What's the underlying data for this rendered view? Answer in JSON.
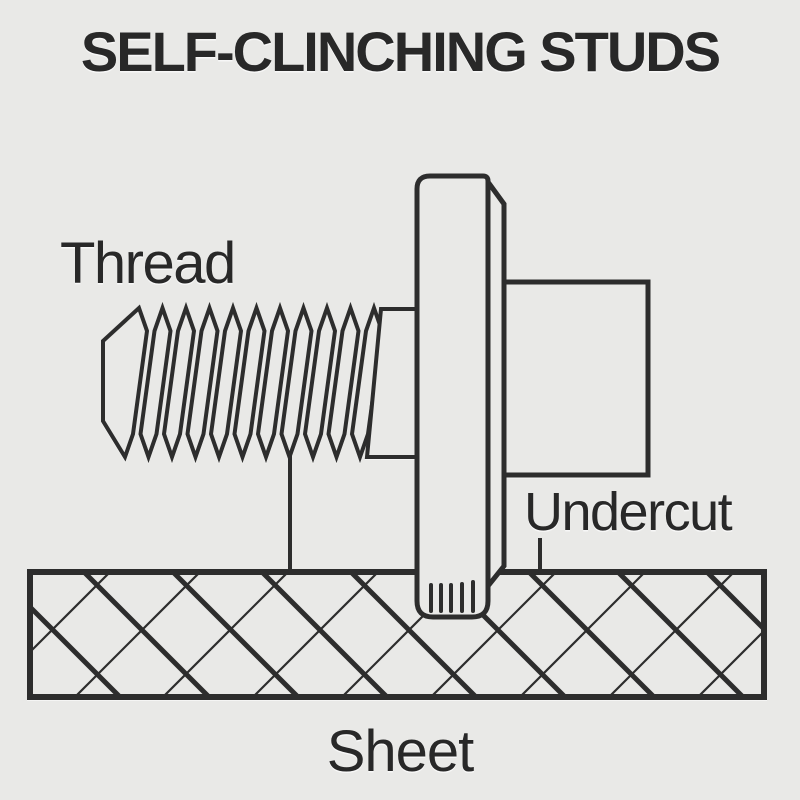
{
  "title": "SELF-CLINCHING STUDS",
  "labels": {
    "thread": "Thread",
    "undercut": "Undercut",
    "sheet": "Sheet"
  },
  "colors": {
    "background": "#e9e9e7",
    "line": "#2d2d2d",
    "text": "#282828"
  }
}
